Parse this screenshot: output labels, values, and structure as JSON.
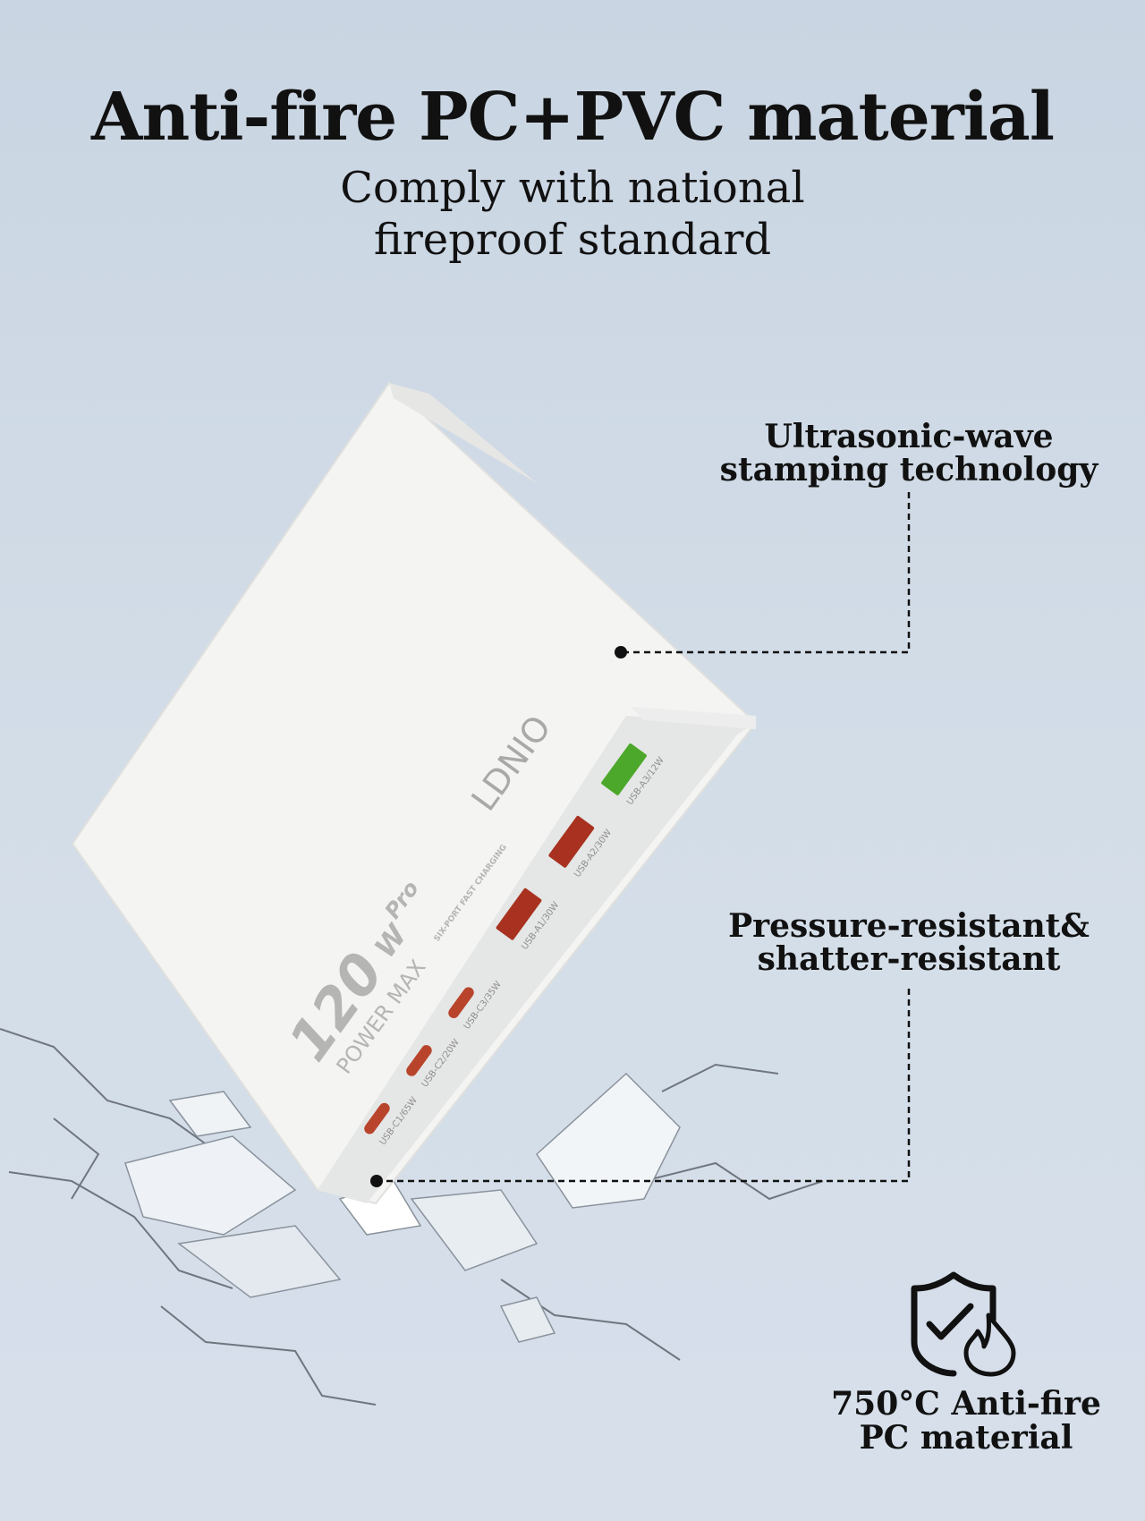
{
  "headline": "Anti-fire PC+PVC material",
  "subtitle": [
    "Comply with national",
    "fireproof standard"
  ],
  "callouts": [
    {
      "lines": [
        "Ultrasonic-wave",
        "stamping technology"
      ]
    },
    {
      "lines": [
        "Pressure-resistant&",
        "shatter-resistant"
      ]
    }
  ],
  "product": {
    "brand": "LDNIO",
    "power": "120",
    "power_unit": "W",
    "tier": "Pro",
    "power_caption": "POWER MAX",
    "tagline": "SIX-PORT FAST CHARGING",
    "ports": [
      {
        "label": "USB-C1/65W",
        "type": "usb-c",
        "color": "#b8442c"
      },
      {
        "label": "USB-C2/20W",
        "type": "usb-c",
        "color": "#b8442c"
      },
      {
        "label": "USB-C3/35W",
        "type": "usb-c",
        "color": "#b8442c"
      },
      {
        "label": "USB-A1/30W",
        "type": "usb-a",
        "color": "#a8321f"
      },
      {
        "label": "USB-A2/30W",
        "type": "usb-a",
        "color": "#a8321f"
      },
      {
        "label": "USB-A3/12W",
        "type": "usb-a",
        "color": "#4ca82a"
      }
    ]
  },
  "badge": {
    "icon": "shield-check-flame-icon",
    "lines": [
      "750°C Anti-fire",
      "PC material"
    ]
  }
}
